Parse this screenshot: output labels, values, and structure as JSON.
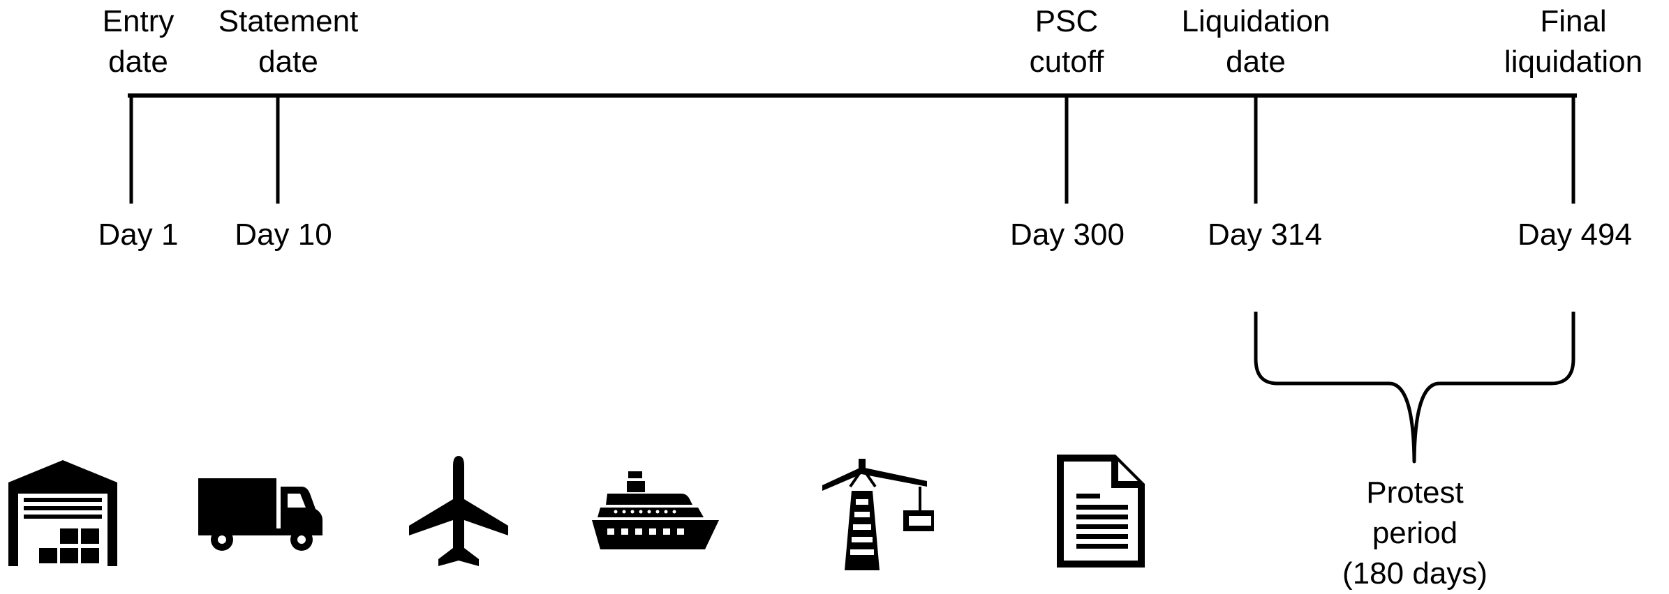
{
  "timeline": {
    "events": [
      {
        "label": [
          "Entry",
          "date"
        ],
        "day": "Day 1"
      },
      {
        "label": [
          "Statement",
          "date"
        ],
        "day": "Day 10"
      },
      {
        "label": [
          "PSC",
          "cutoff"
        ],
        "day": "Day 300"
      },
      {
        "label": [
          "Liquidation",
          "date"
        ],
        "day": "Day 314"
      },
      {
        "label": [
          "Final",
          "liquidation"
        ],
        "day": "Day 494"
      }
    ]
  },
  "protest": {
    "lines": [
      "Protest",
      "period",
      "(180 days)"
    ]
  },
  "icons": [
    "warehouse-icon",
    "truck-icon",
    "airplane-icon",
    "ship-icon",
    "crane-icon",
    "document-icon"
  ],
  "colors": {
    "ink": "#000000",
    "background": "#ffffff"
  }
}
